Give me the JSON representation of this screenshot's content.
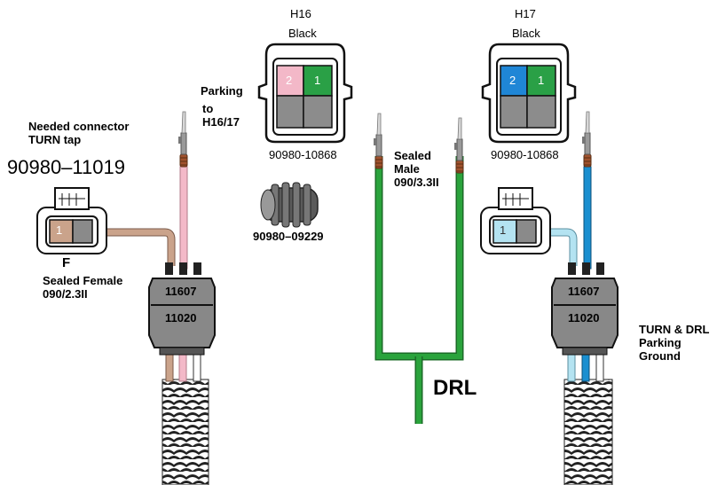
{
  "left_group": {
    "needed_label": "Needed connector\nTURN tap",
    "part_number": "90980–11019",
    "pin_label": "1",
    "gender_label": "F",
    "sealed_label": "Sealed Female\n090/2.3II",
    "parking_label": "Parking",
    "to_label": "to\nH16/17",
    "body_top": "11607",
    "body_bottom": "11020"
  },
  "h16": {
    "title": "H16",
    "color": "Black",
    "pin2": "2",
    "pin1": "1",
    "part_number": "90980-10868",
    "seal_part": "90980–09229"
  },
  "center": {
    "sealed_male_label": "Sealed\nMale\n090/3.3II",
    "drl_label": "DRL"
  },
  "h17": {
    "title": "H17",
    "color": "Black",
    "pin2": "2",
    "pin1": "1",
    "part_number": "90980-10868"
  },
  "right_group": {
    "pin_label": "1",
    "body_top": "11607",
    "body_bottom": "11020",
    "function_label": "TURN & DRL\nParking\nGround"
  },
  "colors": {
    "wire_tan": "#caa38b",
    "wire_pink": "#f3b9c8",
    "wire_green": "#2aa33c",
    "wire_blue": "#1a8fd0",
    "wire_lightblue": "#b4e3f1",
    "pin_pink": "#f3b8c8",
    "pin_green": "#2aa046",
    "pin_blue": "#1f86d6",
    "connector_gray": "#8c8c8c",
    "terminal_brown": "#a0522d"
  }
}
